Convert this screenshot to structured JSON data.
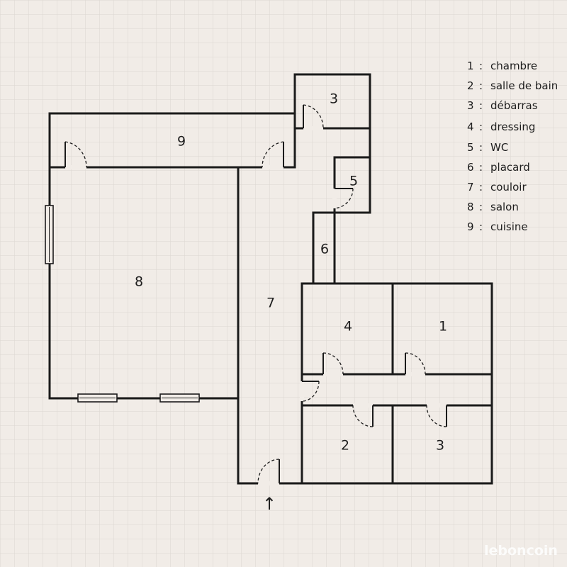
{
  "rooms": [
    {
      "id": "room-3-top",
      "label": "3"
    },
    {
      "id": "room-9",
      "label": "9"
    },
    {
      "id": "room-5",
      "label": "5"
    },
    {
      "id": "room-6",
      "label": "6"
    },
    {
      "id": "room-8",
      "label": "8"
    },
    {
      "id": "room-7",
      "label": "7"
    },
    {
      "id": "room-4",
      "label": "4"
    },
    {
      "id": "room-1",
      "label": "1"
    },
    {
      "id": "room-2",
      "label": "2"
    },
    {
      "id": "room-3-bottom",
      "label": "3"
    }
  ],
  "legend": [
    {
      "num": "1",
      "sep": ":",
      "name": "chambre"
    },
    {
      "num": "2",
      "sep": ":",
      "name": "salle de bain"
    },
    {
      "num": "3",
      "sep": ":",
      "name": "débarras"
    },
    {
      "num": "4",
      "sep": ":",
      "name": "dressing"
    },
    {
      "num": "5",
      "sep": ":",
      "name": "WC"
    },
    {
      "num": "6",
      "sep": ":",
      "name": "placard"
    },
    {
      "num": "7",
      "sep": ":",
      "name": "couloir"
    },
    {
      "num": "8",
      "sep": ":",
      "name": "salon"
    },
    {
      "num": "9",
      "sep": ":",
      "name": "cuisine"
    }
  ],
  "entrance_arrow": "↑",
  "watermark": "leboncoin",
  "colors": {
    "background": "#f1ece7",
    "grid": "#dcd6d1",
    "walls": "#1b1b1b"
  }
}
